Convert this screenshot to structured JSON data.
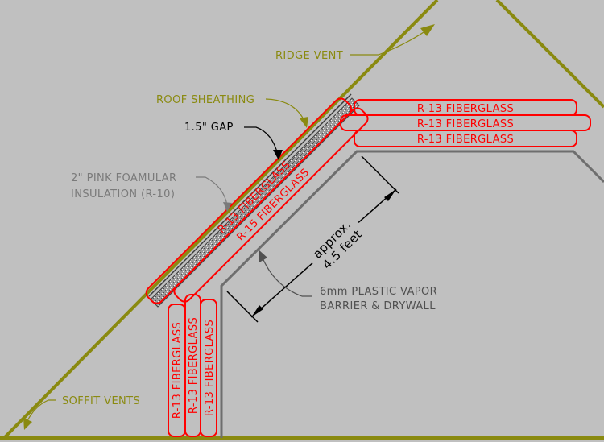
{
  "labels": {
    "ridge_vent": "RIDGE VENT",
    "roof_sheathing": "ROOF SHEATHING",
    "gap": "1.5\" GAP",
    "foamular_line1": "2\" PINK FOAMULAR",
    "foamular_line2": "INSULATION (R-10)",
    "vapor_line1": "6mm PLASTIC VAPOR",
    "vapor_line2": "BARRIER & DRYWALL",
    "soffit_vents": "SOFFIT VENTS",
    "dimension_line1": "approx.",
    "dimension_line2": "4.5 feet"
  },
  "batts": {
    "ceiling": [
      "R-13 FIBERGLASS",
      "R-13 FIBERGLASS",
      "R-13 FIBERGLASS"
    ],
    "slope": [
      "R-13 FIBERGLASS",
      "R-15 FIBERGLASS"
    ],
    "wall": [
      "R-13 FIBERGLASS",
      "R-13 FIBERGLASS",
      "R-13 FIBERGLASS"
    ]
  },
  "colors": {
    "background": "#c0c0c0",
    "roof_line": "#8a8a10",
    "batt_outline": "#ff0000",
    "drywall_line": "#6e6e6e"
  }
}
